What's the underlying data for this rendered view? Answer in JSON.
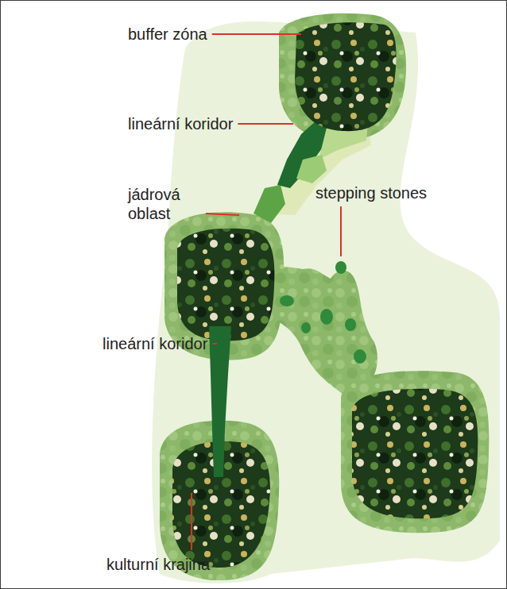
{
  "diagram": {
    "labels": [
      "buffer zóna",
      "lineární koridor",
      "jádrová oblast",
      "stepping stones",
      "lineární koridor",
      "kulturní krajina"
    ]
  }
}
